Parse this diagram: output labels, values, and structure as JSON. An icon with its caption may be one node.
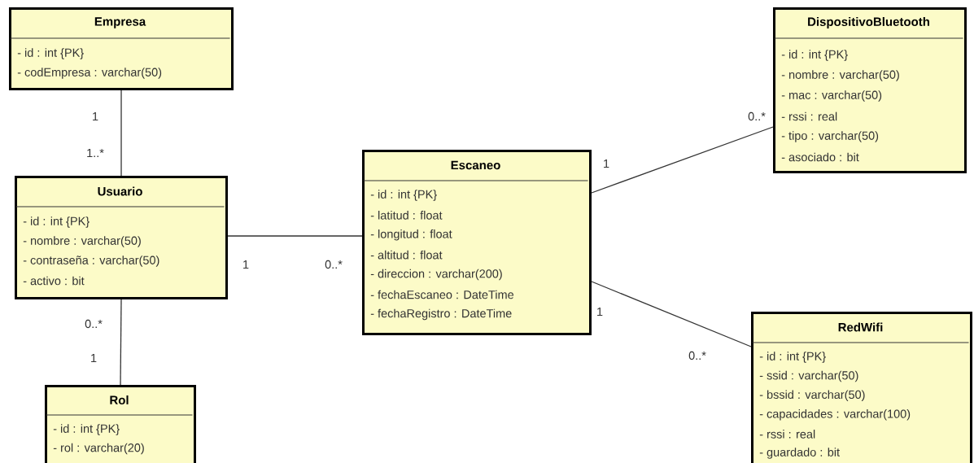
{
  "diagram": {
    "nodes": [
      {
        "text": [
          "Empresa",
          "- id : int {PK}",
          "- codEmpresa : varchar(50)"
        ]
      },
      {
        "text": [
          "Usuario",
          "- id : int {PK}",
          "- nombre : varchar(50)",
          "- contraseña : varchar(50)",
          "- activo : bit"
        ]
      },
      {
        "text": [
          "Rol",
          "- id : int {PK}",
          "- rol : varchar(20)"
        ]
      },
      {
        "text": [
          "Escaneo",
          "- id : int {PK}",
          "- latitud : float",
          "- longitud : float",
          "- altitud : float",
          "- direccion : varchar(200)",
          "- fechaEscaneo : DateTime",
          "- fechaRegistro : DateTime"
        ]
      },
      {
        "text": [
          "DispositivoBluetooth",
          "- id : int {PK}",
          "- nombre : varchar(50)",
          "- mac : varchar(50)",
          "- rssi : real",
          "- tipo : varchar(50)",
          "- asociado : bit"
        ]
      },
      {
        "text": [
          "RedWifi",
          "- id : int {PK}",
          "- ssid : varchar(50)",
          "- bssid : varchar(50)",
          "- capacidades : varchar(100)",
          "- rssi : real",
          "- guardado : bit"
        ]
      }
    ],
    "edges": [
      {
        "from": 0,
        "to": 1,
        "arrow": "none"
      },
      {
        "from": 1,
        "to": 3,
        "arrow": "none"
      },
      {
        "from": 1,
        "to": 2,
        "arrow": "none"
      },
      {
        "from": 3,
        "to": 4,
        "arrow": "none"
      },
      {
        "from": 3,
        "to": 5,
        "arrow": "none"
      }
    ],
    "labels": [
      "1",
      "1..*",
      "1",
      "0..*",
      "0..*",
      "1",
      "1",
      "0..*",
      "1",
      "0..*"
    ]
  }
}
